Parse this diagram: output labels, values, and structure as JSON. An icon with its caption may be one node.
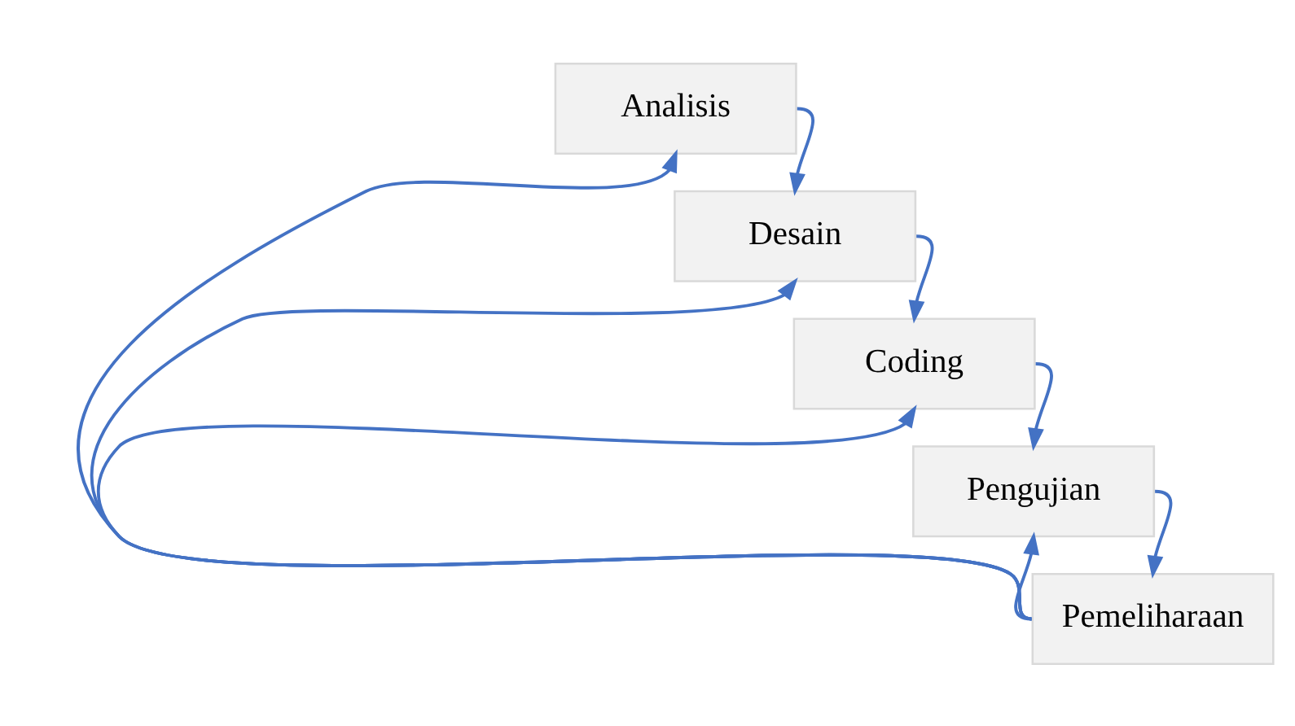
{
  "diagram": {
    "nodes": [
      {
        "text": [
          "Analisis"
        ]
      },
      {
        "text": [
          "Desain"
        ]
      },
      {
        "text": [
          "Coding"
        ]
      },
      {
        "text": [
          "Pengujian"
        ]
      },
      {
        "text": [
          "Pemeliharaan"
        ]
      }
    ],
    "edges": [
      {
        "from": 0,
        "to": 1,
        "arrow": "to"
      },
      {
        "from": 1,
        "to": 2,
        "arrow": "to"
      },
      {
        "from": 2,
        "to": 3,
        "arrow": "to"
      },
      {
        "from": 3,
        "to": 4,
        "arrow": "to"
      },
      {
        "from": 4,
        "to": 3,
        "arrow": "to"
      },
      {
        "from": 4,
        "to": 2,
        "arrow": "to"
      },
      {
        "from": 4,
        "to": 1,
        "arrow": "to"
      },
      {
        "from": 4,
        "to": 0,
        "arrow": "to"
      }
    ]
  }
}
